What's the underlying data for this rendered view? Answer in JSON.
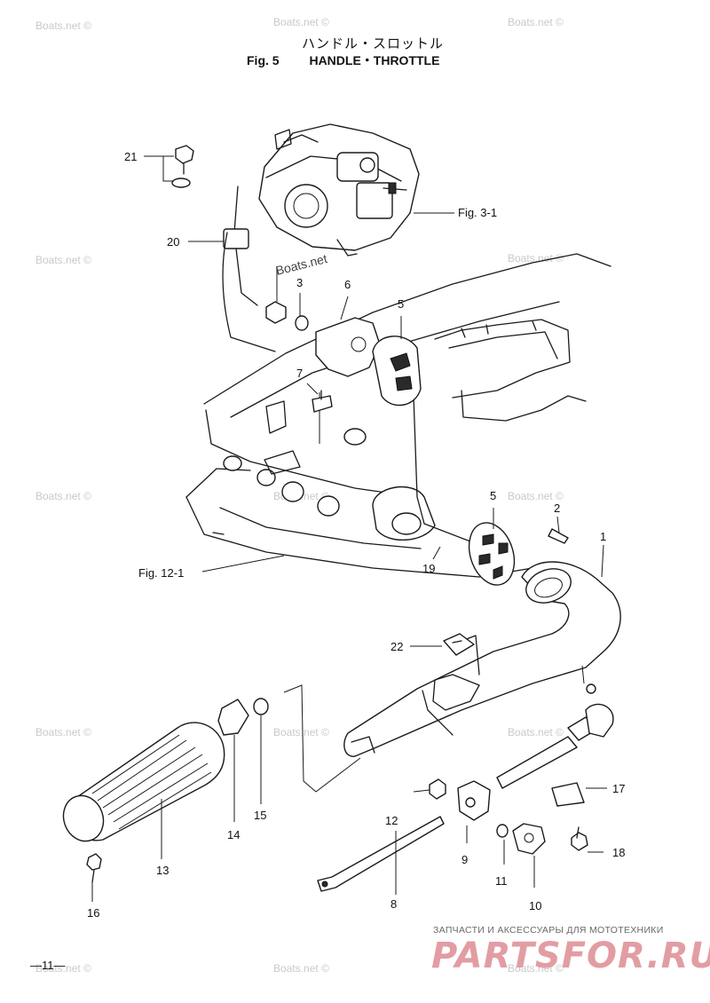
{
  "header": {
    "title_jp": "ハンドル・スロットル",
    "fig_label": "Fig. 5",
    "title_en": "HANDLE・THROTTLE"
  },
  "references": {
    "fig3": "Fig. 3-1",
    "fig12": "Fig. 12-1"
  },
  "callouts": [
    "1",
    "2",
    "3",
    "5",
    "5",
    "6",
    "7",
    "8",
    "9",
    "10",
    "11",
    "12",
    "13",
    "14",
    "15",
    "16",
    "17",
    "18",
    "19",
    "20",
    "21",
    "22"
  ],
  "watermark": "Boats.net ©",
  "watermark_inline": "Boats.net",
  "page_number": "—11—",
  "footer": {
    "brand_sub": "ЗАПЧАСТИ И АКСЕССУАРЫ ДЛЯ МОТОТЕХНИКИ",
    "brand": "PARTSFOR.RU"
  }
}
